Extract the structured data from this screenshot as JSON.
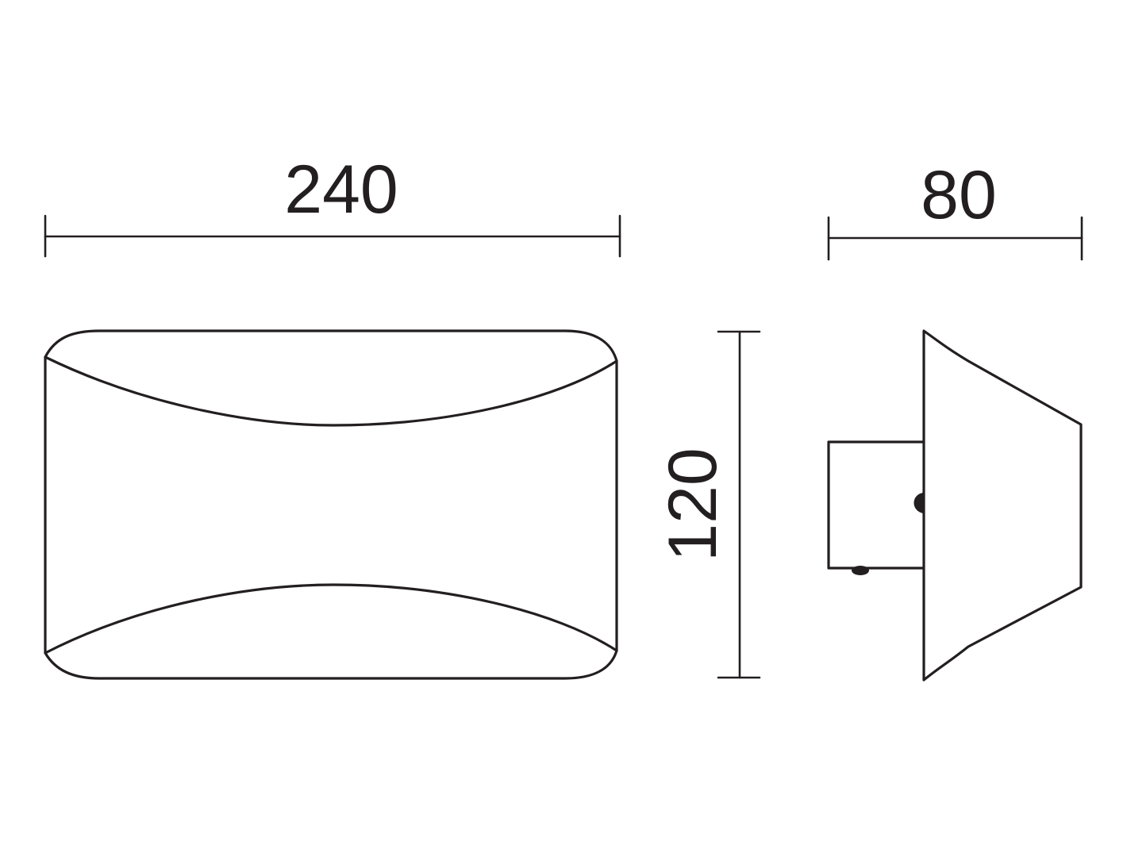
{
  "dimensions": {
    "width": "240",
    "depth": "80",
    "height": "120"
  },
  "colors": {
    "ink": "#231f20",
    "background": "#ffffff"
  }
}
